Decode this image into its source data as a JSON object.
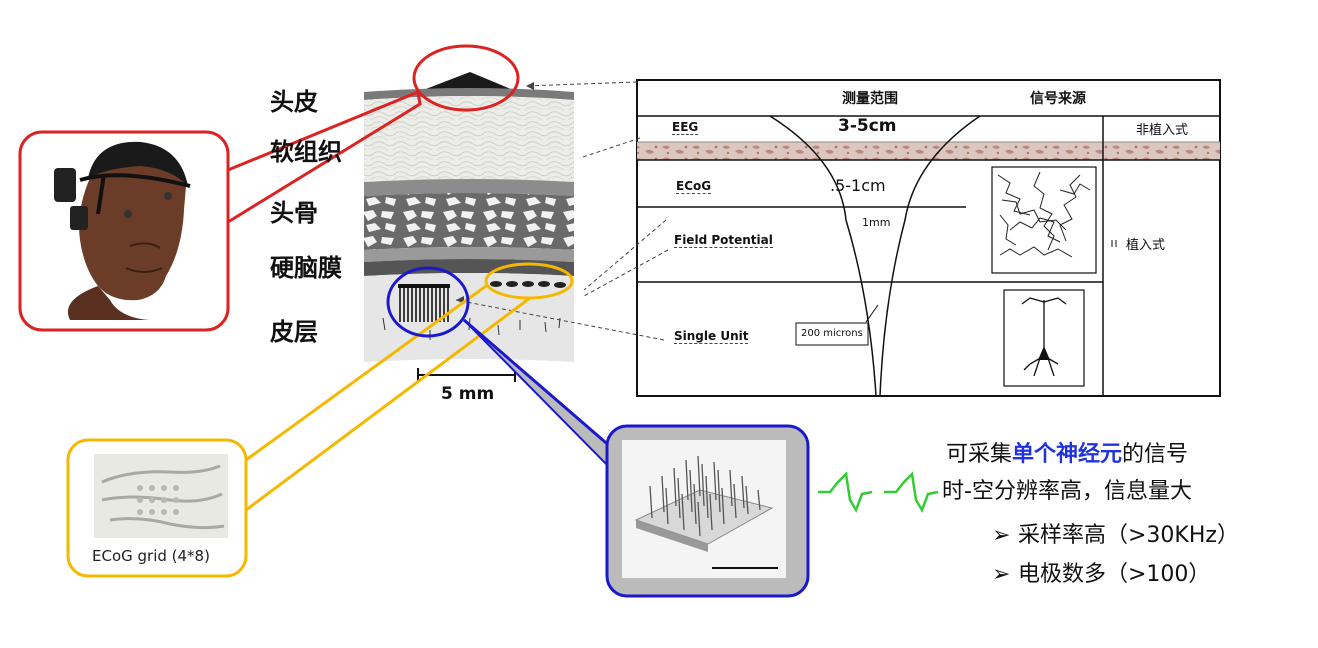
{
  "layers": {
    "scalp": "头皮",
    "soft_tissue": "软组织",
    "skull": "头骨",
    "dura": "硬脑膜",
    "cortex": "皮层"
  },
  "scale_label": "5 mm",
  "table": {
    "header_range": "测量范围",
    "header_source": "信号来源",
    "rows": {
      "eeg": "EEG",
      "ecog": "ECoG",
      "field_potential": "Field Potential",
      "single_unit": "Single Unit"
    },
    "range_eeg": "3-5cm",
    "range_ecog": ".5-1cm",
    "range_fp": "1mm",
    "range_su": "200 microns",
    "non_implant": "非植入式",
    "implant": "植入式"
  },
  "ecog_caption": "ECoG grid (4*8)",
  "right_text": {
    "line1_prefix": "可采集",
    "line1_highlight": "单个神经元",
    "line1_suffix": "的信号",
    "line2": "时-空分辨率高，信息量大",
    "bullets": [
      "采样率高（>30KHz）",
      "电极数多（>100）"
    ]
  },
  "colors": {
    "red_callout": "#dd2222",
    "yellow_callout": "#f5b800",
    "blue_callout": "#1a1acc",
    "highlight": "#2233dd",
    "spike_green": "#33cc33"
  }
}
